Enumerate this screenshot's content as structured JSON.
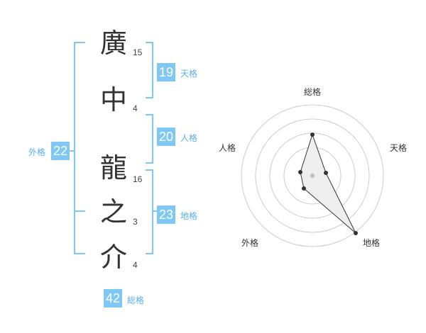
{
  "name": {
    "chars": [
      "廣",
      "中",
      "龍",
      "之",
      "介"
    ],
    "strokes": [
      "15",
      "4",
      "16",
      "3",
      "4"
    ]
  },
  "fortune": {
    "tenkaku": {
      "value": "19",
      "label": "天格"
    },
    "jinkaku": {
      "value": "20",
      "label": "人格"
    },
    "chikaku": {
      "value": "23",
      "label": "地格"
    },
    "gaikaku": {
      "value": "22",
      "label": "外格"
    },
    "soukaku": {
      "value": "42",
      "label": "総格"
    }
  },
  "radar": {
    "labels": {
      "top": "総格",
      "right": "天格",
      "left": "人格",
      "bottom_left": "外格",
      "bottom_right": "地格"
    }
  },
  "colors": {
    "accent": "#7fc8f5",
    "bracket": "#7fc8f5"
  }
}
